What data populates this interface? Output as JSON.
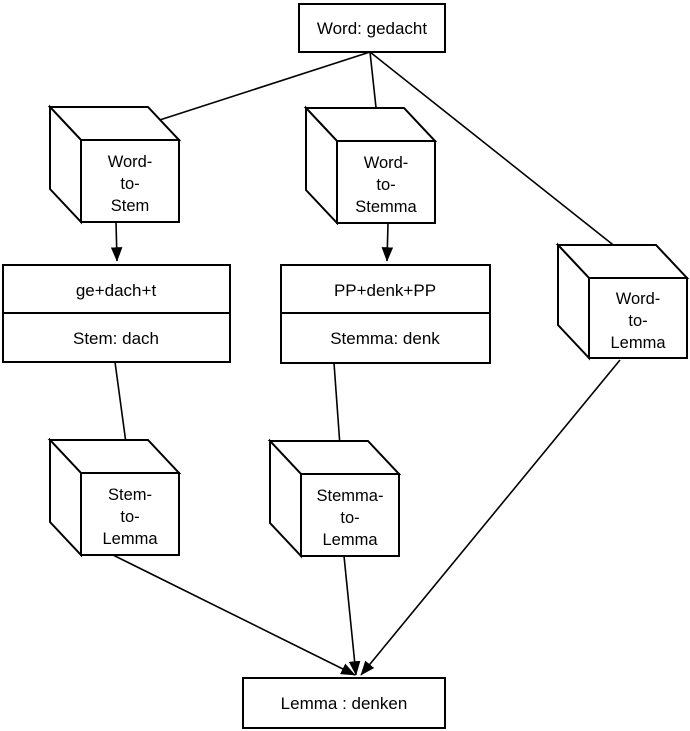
{
  "diagram": {
    "background_color": "#ffffff",
    "line_color": "#000000",
    "node_fill_color": "#ffffff",
    "nodes": {
      "word": {
        "label": "Word: gedacht"
      },
      "word_to_stem": {
        "lines": [
          "Word-",
          "to-",
          "Stem"
        ]
      },
      "word_to_stemma": {
        "lines": [
          "Word-",
          "to-",
          "Stemma"
        ]
      },
      "word_to_lemma": {
        "lines": [
          "Word-",
          "to-",
          "Lemma"
        ]
      },
      "stem_record": {
        "row1": "ge+dach+t",
        "row2": "Stem: dach"
      },
      "stemma_record": {
        "row1": "PP+denk+PP",
        "row2": "Stemma: denk"
      },
      "stem_to_lemma": {
        "lines": [
          "Stem-",
          "to-",
          "Lemma"
        ]
      },
      "stemma_to_lemma": {
        "lines": [
          "Stemma-",
          "to-",
          "Lemma"
        ]
      },
      "lemma": {
        "label": "Lemma : denken"
      }
    }
  }
}
